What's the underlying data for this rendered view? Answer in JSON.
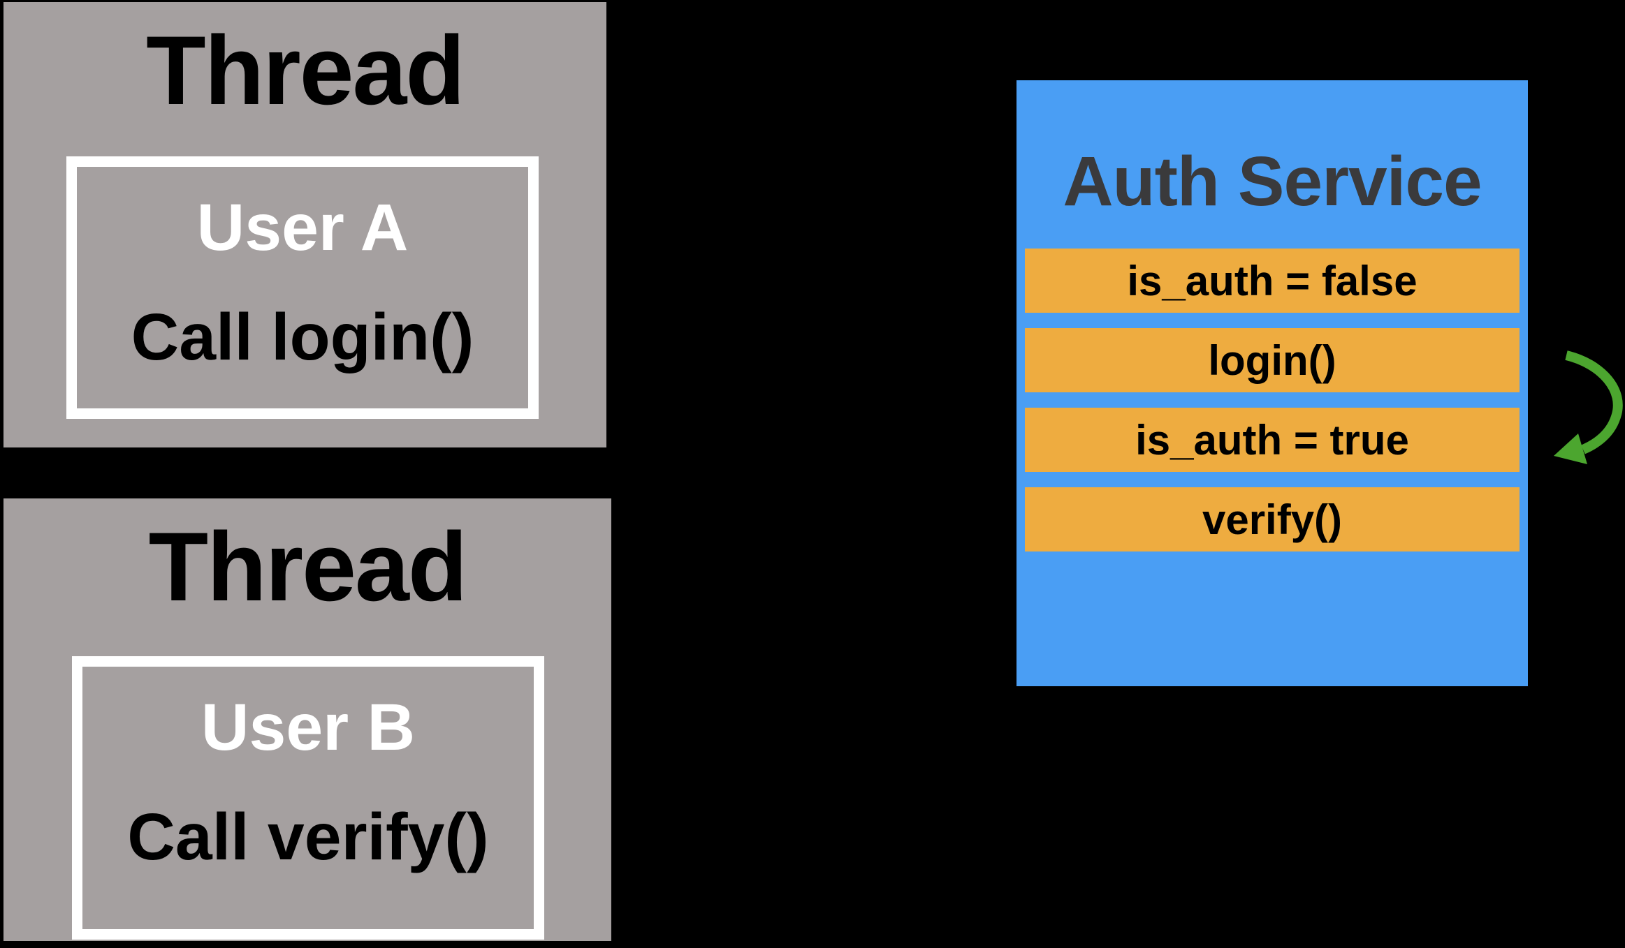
{
  "threads": [
    {
      "title": "Thread",
      "user": "User A",
      "action": "Call login()"
    },
    {
      "title": "Thread",
      "user": "User B",
      "action": "Call verify()"
    }
  ],
  "auth": {
    "title": "Auth Service",
    "rows": [
      "is_auth = false",
      "login()",
      "is_auth = true",
      "verify()"
    ]
  },
  "icons": {
    "loop_arrow": "curved-arrow-down-left"
  },
  "colors": {
    "background": "#000000",
    "thread_box_fill": "#A5A0A0",
    "thread_title_text": "#000000",
    "inner_box_border": "#FFFFFF",
    "user_text": "#FFFFFF",
    "action_text": "#000000",
    "auth_box_fill": "#4A9EF4",
    "auth_title_text": "#3A3A3C",
    "auth_row_fill": "#EEAC40",
    "auth_row_text": "#000000",
    "arrow_green": "#4CA62F"
  }
}
